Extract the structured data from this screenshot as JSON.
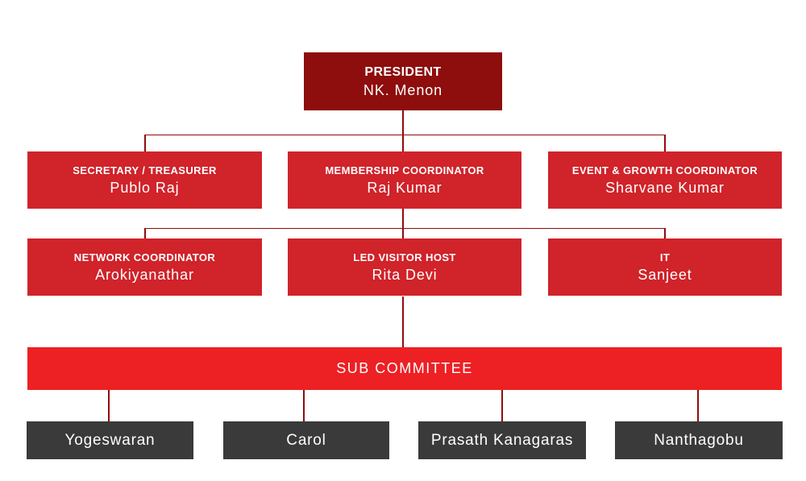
{
  "colors": {
    "background": "#ffffff",
    "president_box": "#8e0d0d",
    "officer_box": "#d0232a",
    "subcommittee_bar": "#ed2024",
    "member_box": "#3a3a3a",
    "connector": "#8e0d0d",
    "text": "#ffffff"
  },
  "president": {
    "title": "PRESIDENT",
    "name": "NK. Menon"
  },
  "row2": [
    {
      "title": "SECRETARY / TREASURER",
      "name": "Publo Raj"
    },
    {
      "title": "MEMBERSHIP COORDINATOR",
      "name": "Raj Kumar"
    },
    {
      "title": "EVENT & GROWTH COORDINATOR",
      "name": "Sharvane Kumar"
    }
  ],
  "row3": [
    {
      "title": "NETWORK COORDINATOR",
      "name": "Arokiyanathar"
    },
    {
      "title": "LED VISITOR HOST",
      "name": "Rita Devi"
    },
    {
      "title": "IT",
      "name": "Sanjeet"
    }
  ],
  "subcommittee": {
    "label": "SUB COMMITTEE"
  },
  "members": [
    "Yogeswaran",
    "Carol",
    "Prasath Kanagaras",
    "Nanthagobu"
  ]
}
